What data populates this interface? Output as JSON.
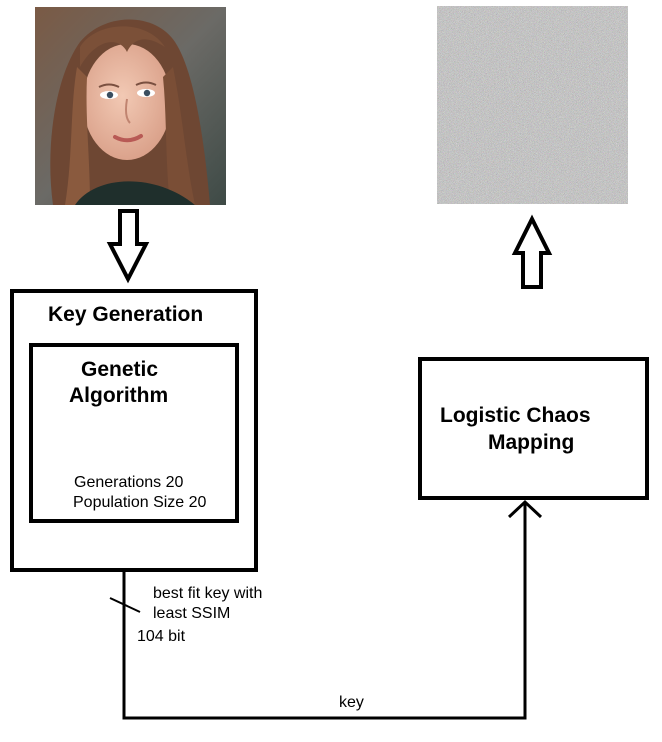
{
  "images": {
    "source_photo": "portrait-photo",
    "encrypted_image": "noise-image"
  },
  "key_generation": {
    "title": "Key Generation",
    "algorithm_line1": "Genetic",
    "algorithm_line2": "Algorithm",
    "generations": "Generations 20",
    "population": "Population Size 20"
  },
  "chaos": {
    "line1": "Logistic Chaos",
    "line2": "Mapping"
  },
  "edge": {
    "note_line1": "best fit key with",
    "note_line2": "least SSIM",
    "bits": "104 bit",
    "key_label": "key"
  }
}
